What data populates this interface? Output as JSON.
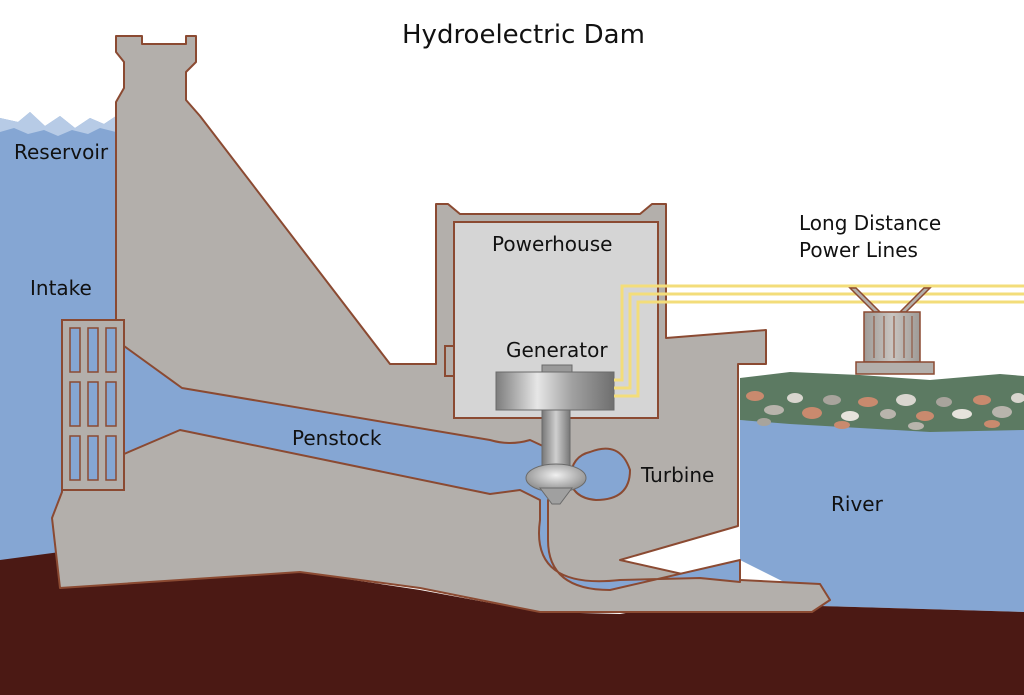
{
  "title": "Hydroelectric Dam",
  "labels": {
    "reservoir": "Reservoir",
    "intake": "Intake",
    "powerhouse": "Powerhouse",
    "generator": "Generator",
    "penstock": "Penstock",
    "turbine": "Turbine",
    "river": "River",
    "power_lines": [
      "Long Distance",
      "Power Lines"
    ]
  },
  "colors": {
    "water": "#85a6d3",
    "water_light": "#b7cbe6",
    "concrete": "#b3afab",
    "outline": "#8b4a32",
    "ground": "#4b1914",
    "bank": "#5c7a62",
    "powerhouse_interior": "#d5d5d5",
    "power_line": "#f3dd7a"
  }
}
